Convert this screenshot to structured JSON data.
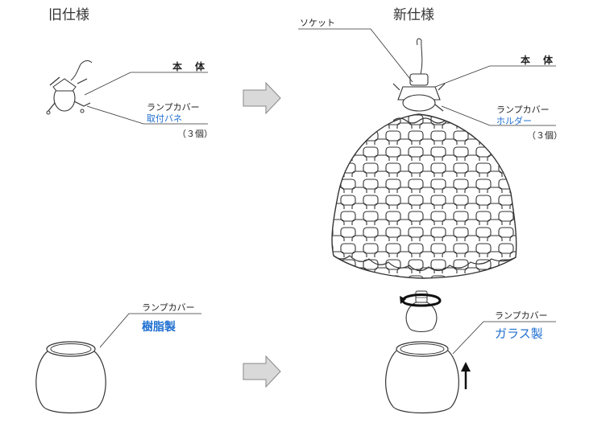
{
  "old": {
    "title": "旧仕様",
    "body_label": "本　体",
    "cover_label": "ランプカバー",
    "spring_label": "取付バネ",
    "count": "（３個）",
    "material_label": "ランプカバー",
    "material": "樹脂製"
  },
  "new": {
    "title": "新仕様",
    "socket_label": "ソケット",
    "body_label": "本　体",
    "cover_label": "ランプカバー",
    "holder_label": "ホルダー",
    "count": "（３個）",
    "material_label": "ランプカバー",
    "material": "ガラス製"
  },
  "colors": {
    "accent": "#1f6fd1",
    "arrow_fill": "#d9d9d9",
    "line": "#333333"
  },
  "icons": [
    "right-arrow-icon",
    "up-arrow-icon",
    "rotate-arrow-icon"
  ]
}
